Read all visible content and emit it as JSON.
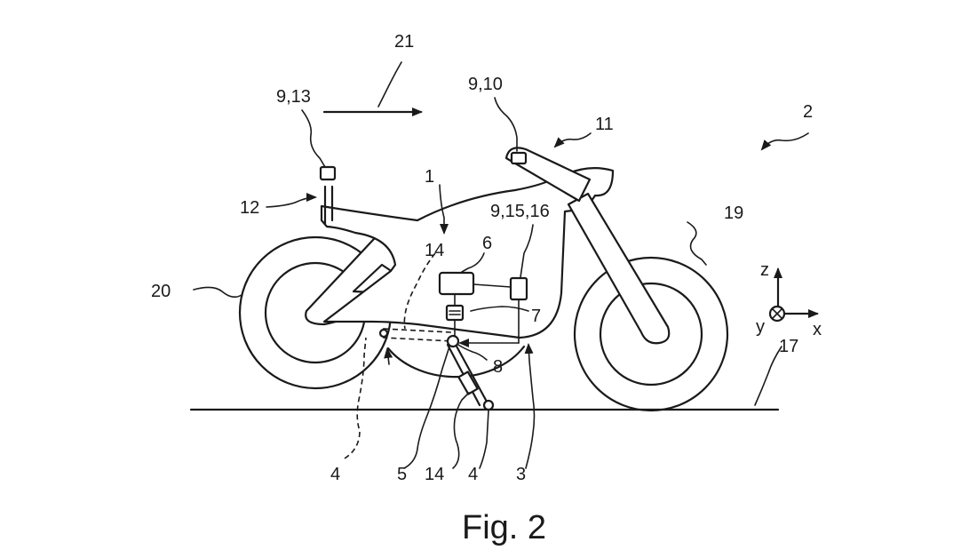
{
  "figure": {
    "caption": "Fig. 2",
    "labels": {
      "vehicle": "2",
      "sensor_rear": "9,13",
      "rear_mount": "12",
      "travel_direction": "21",
      "sensor_front": "9,10",
      "handlebar": "11",
      "frame": "1",
      "sensor_mid": "9,15,16",
      "front_wheel": "19",
      "rear_wheel": "20",
      "unit_6": "6",
      "unit_7": "7",
      "unit_8": "8",
      "ground": "17",
      "dashed_14": "14",
      "stand_dashed": "4",
      "pivot_5": "5",
      "actuator_14": "14",
      "stand_solid": "4",
      "line_3": "3"
    },
    "axes": {
      "z": "z",
      "y": "y",
      "x": "x"
    }
  }
}
